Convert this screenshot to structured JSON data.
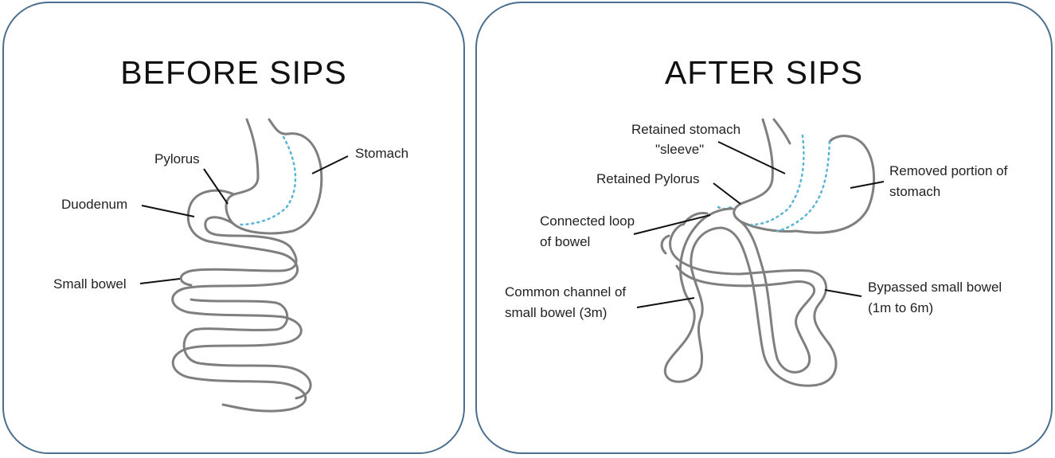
{
  "before": {
    "title": "BEFORE SIPS",
    "labels": {
      "pylorus": "Pylorus",
      "stomach": "Stomach",
      "duodenum": "Duodenum",
      "small_bowel": "Small bowel"
    }
  },
  "after": {
    "title": "AFTER SIPS",
    "labels": {
      "retained_stomach_1": "Retained stomach",
      "retained_stomach_2": "\"sleeve\"",
      "removed_1": "Removed portion of",
      "removed_2": "stomach",
      "retained_pylorus": "Retained Pylorus",
      "connected_1": "Connected loop",
      "connected_2": "of bowel",
      "common_1": "Common channel of",
      "common_2": "small bowel (3m)",
      "bypassed_1": "Bypassed small bowel",
      "bypassed_2": "(1m to 6m)"
    }
  },
  "colors": {
    "border": "#4a6f8e",
    "tube": "#7f7f7f",
    "dotted_line": "#5ab4d6"
  }
}
